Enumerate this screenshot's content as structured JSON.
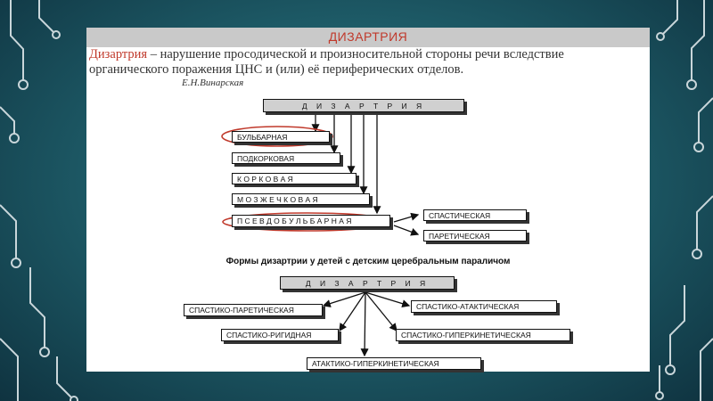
{
  "header": {
    "title": "ДИЗАРТРИЯ"
  },
  "definition": {
    "term": "Дизартрия",
    "text": " – нарушение просодической и произносительной стороны речи вследствие органического поражения ЦНС и (или) её периферических отделов.",
    "author": "Е.Н.Винарская"
  },
  "diagram1": {
    "root": "Д И З А Р Т Р И Я",
    "forms": [
      "БУЛЬБАРНАЯ",
      "ПОДКОРКОВАЯ",
      "К О Р К О В А Я",
      "М О З Ж Е Ч К О В А Я",
      "П С Е В Д О Б У Л Ь Б А Р Н А Я"
    ],
    "subforms": [
      "СПАСТИЧЕСКАЯ",
      "ПАРЕТИЧЕСКАЯ"
    ]
  },
  "diagram2": {
    "title": "Формы дизартрии у детей с детским церебральным параличом",
    "root": "Д И З А Р Т Р И Я",
    "forms": [
      "СПАСТИКО-ПАРЕТИЧЕСКАЯ",
      "СПАСТИКО-АТАКТИЧЕСКАЯ",
      "СПАСТИКО-РИГИДНАЯ",
      "СПАСТИКО-ГИПЕРКИНЕТИЧЕСКАЯ",
      "АТАКТИКО-ГИПЕРКИНЕТИЧЕСКАЯ"
    ]
  },
  "colors": {
    "accent": "#c0392b",
    "background": "#1f5f6b",
    "circuit": "#c9d6da"
  }
}
